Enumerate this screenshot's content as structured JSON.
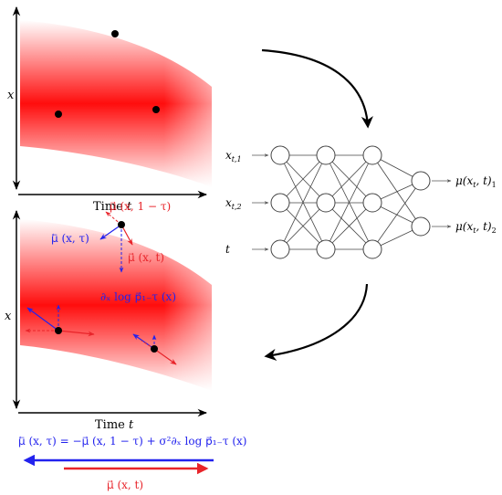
{
  "top_panel": {
    "y_axis_label": "x",
    "x_axis_label": "Time ",
    "x_axis_var": "t"
  },
  "bottom_panel": {
    "y_axis_label": "x",
    "x_axis_label": "Time ",
    "x_axis_var": "t",
    "label_fwd_reverse": "μ⃗ (x, 1 − τ)",
    "label_bwd": "μ⃖ (x, τ)",
    "label_fwd": "μ⃗ (x, t)",
    "label_score": "∂ₓ log p⃗₁₋τ (x)"
  },
  "network": {
    "inputs": [
      "x",
      "x",
      "t"
    ],
    "input_subscripts": [
      "t,1",
      "t,2",
      ""
    ],
    "outputs": [
      "μ(x",
      "μ(x"
    ],
    "output_tails": [
      ", t)",
      ", t)"
    ],
    "output_subscripts": [
      "1",
      "2"
    ],
    "out_inner_sub": "t"
  },
  "equation": {
    "text": "μ⃖ (x, τ) = −μ⃗ (x, 1 − τ) + σ²∂ₓ log p⃗₁₋τ (x)"
  },
  "forward_label": "μ⃗ (x, t)",
  "colors": {
    "red": "#e8242a",
    "blue": "#2222ee",
    "black": "#000000",
    "gray": "#555555"
  }
}
